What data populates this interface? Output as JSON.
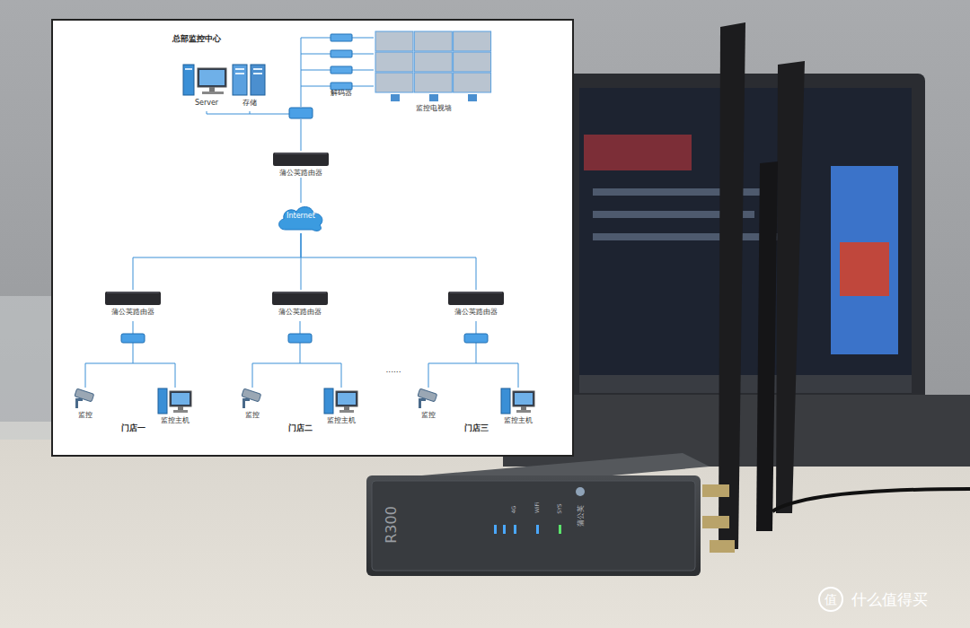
{
  "diagram": {
    "title": "总部监控中心",
    "nodes": [
      {
        "text": [
          "Server"
        ]
      },
      {
        "text": [
          "存储"
        ]
      },
      {
        "text": [
          "监控电视墙"
        ]
      },
      {
        "text": [
          "蒲公英路由器"
        ]
      },
      {
        "text": [
          "Internet"
        ]
      },
      {
        "text": [
          "蒲公英路由器"
        ]
      },
      {
        "text": [
          "蒲公英路由器"
        ]
      },
      {
        "text": [
          "蒲公英路由器"
        ]
      },
      {
        "text": [
          "监控"
        ]
      },
      {
        "text": [
          "监控主机"
        ]
      },
      {
        "text": [
          "监控"
        ]
      },
      {
        "text": [
          "监控主机"
        ]
      },
      {
        "text": [
          "监控"
        ]
      },
      {
        "text": [
          "监控主机"
        ]
      }
    ],
    "edges": [
      {
        "from": 3,
        "to": 4,
        "arrow": "none"
      },
      {
        "from": 4,
        "to": 5,
        "arrow": "none"
      },
      {
        "from": 4,
        "to": 6,
        "arrow": "none"
      },
      {
        "from": 4,
        "to": 7,
        "arrow": "none"
      }
    ],
    "labels": [
      "解码器",
      "门店一",
      "门店二",
      "门店三",
      "......",
      "R300",
      "4G",
      "WiFi",
      "SYS",
      "蒲公英",
      "值",
      "什么值得买"
    ]
  }
}
